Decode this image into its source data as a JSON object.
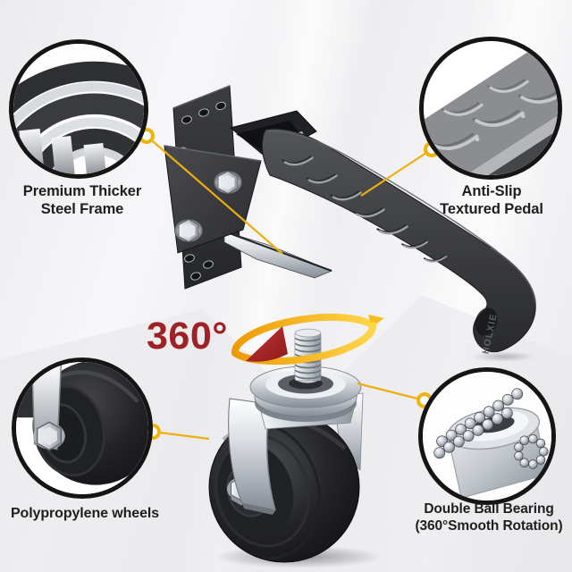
{
  "brand": {
    "embossed_text": "HOLXIE"
  },
  "rotation_badge": {
    "text": "360°"
  },
  "callouts": {
    "steel_frame": {
      "line1": "Premium Thicker",
      "line2": "Steel Frame"
    },
    "anti_slip": {
      "line1": "Anti-Slip",
      "line2": "Textured Pedal"
    },
    "wheels": {
      "line1": "Polypropylene wheels"
    },
    "bearing": {
      "line1": "Double Ball Bearing",
      "line2": "(360°Smooth Rotation)"
    }
  },
  "colors": {
    "accent_yellow": "#F0B30C",
    "accent_red": "#9E2125",
    "label_text": "#1E1E1E",
    "inset_border": "#151515",
    "product_dark": "#3B3C40",
    "chrome_light": "#DDE0E4",
    "background": "#F0F0F3"
  }
}
